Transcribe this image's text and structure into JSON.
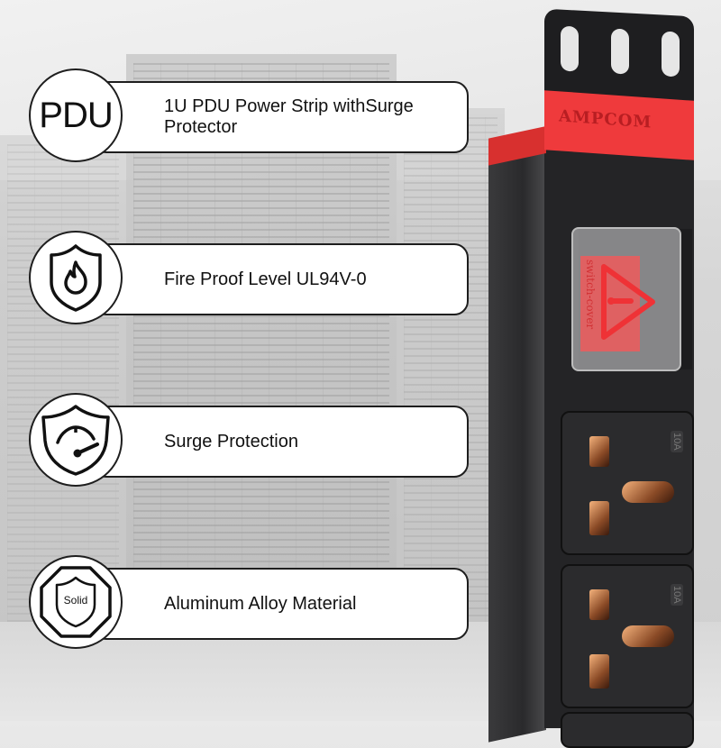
{
  "features": [
    {
      "icon": "pdu-text-icon",
      "icon_text": "PDU",
      "label": "1U PDU Power Strip withSurge Protector"
    },
    {
      "icon": "fire-shield-icon",
      "label": "Fire Proof Level UL94V-0"
    },
    {
      "icon": "gauge-shield-icon",
      "label": "Surge Protection"
    },
    {
      "icon": "solid-octagon-shield-icon",
      "icon_text": "Solid",
      "label": "Aluminum Alloy Material"
    }
  ],
  "product": {
    "brand": "AMPCOM",
    "switch_cover_text": "switch-cover",
    "outlet_rating": "10A",
    "colors": {
      "accent": "#ef3a3c",
      "body": "#242426",
      "pins": "#b8703f"
    }
  }
}
